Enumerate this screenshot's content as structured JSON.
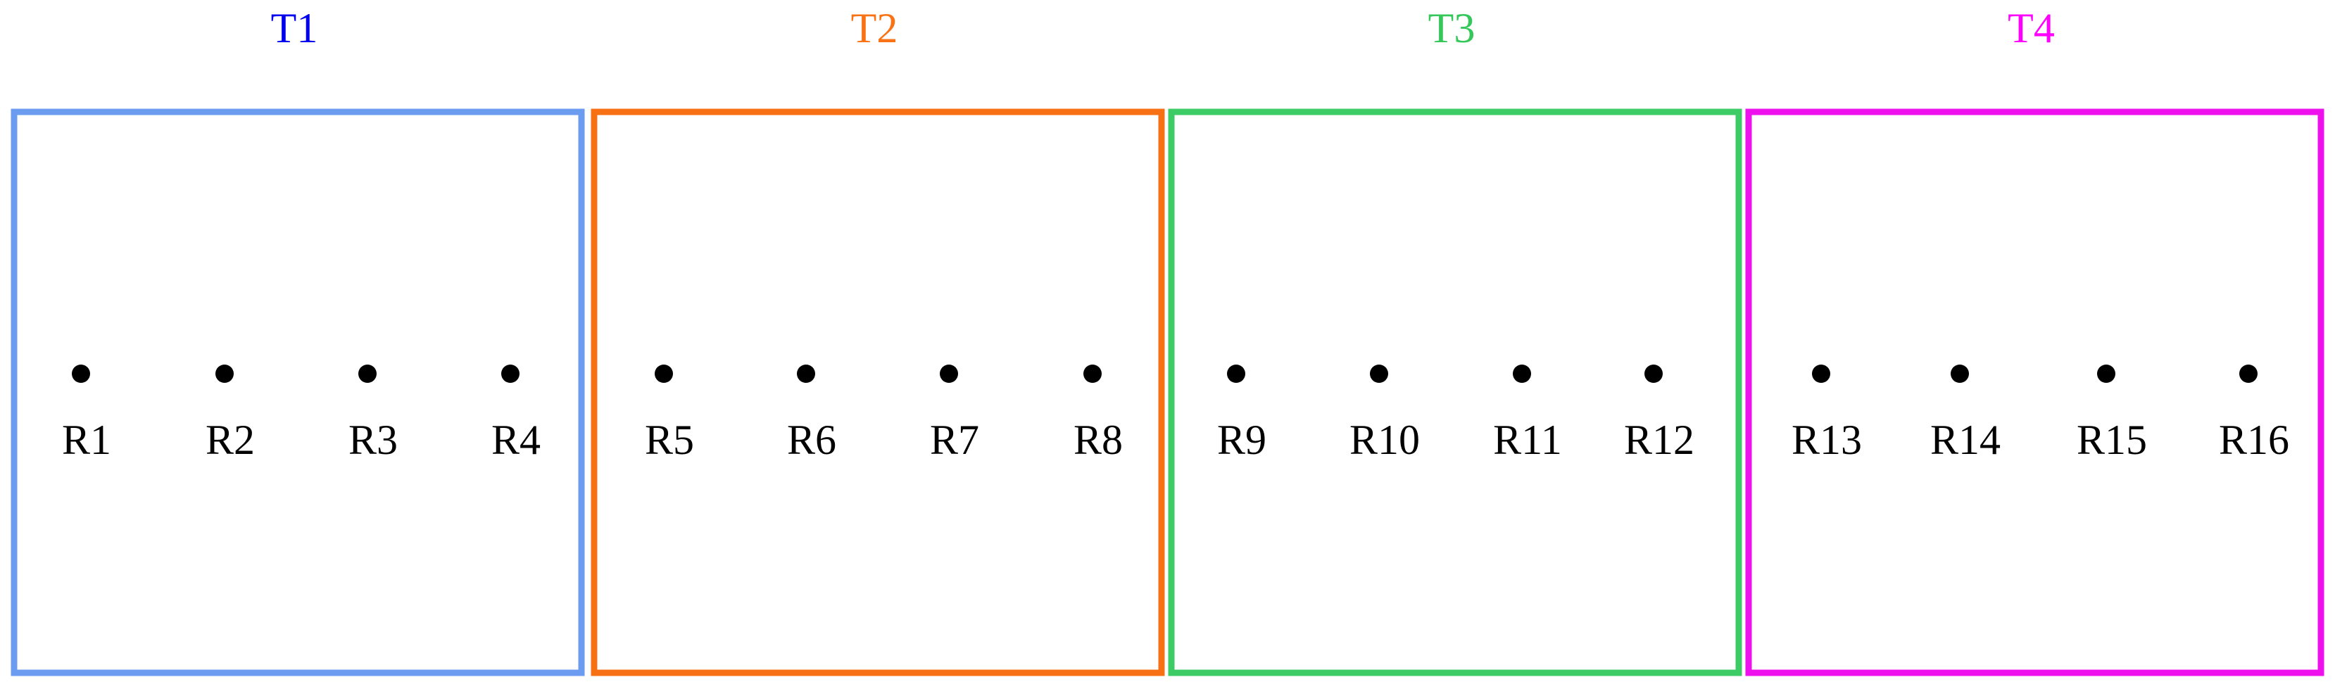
{
  "groups": [
    {
      "title": "T1",
      "title_color": "#0000ee",
      "border_color": "#6b9cf0",
      "items": [
        "R1",
        "R2",
        "R3",
        "R4"
      ]
    },
    {
      "title": "T2",
      "title_color": "#f97316",
      "border_color": "#f77114",
      "items": [
        "R5",
        "R6",
        "R7",
        "R8"
      ]
    },
    {
      "title": "T3",
      "title_color": "#34c759",
      "border_color": "#3dcb66",
      "items": [
        "R9",
        "R10",
        "R11",
        "R12"
      ]
    },
    {
      "title": "T4",
      "title_color": "#ff00ff",
      "border_color": "#ee11ee",
      "items": [
        "R13",
        "R14",
        "R15",
        "R16"
      ]
    }
  ]
}
